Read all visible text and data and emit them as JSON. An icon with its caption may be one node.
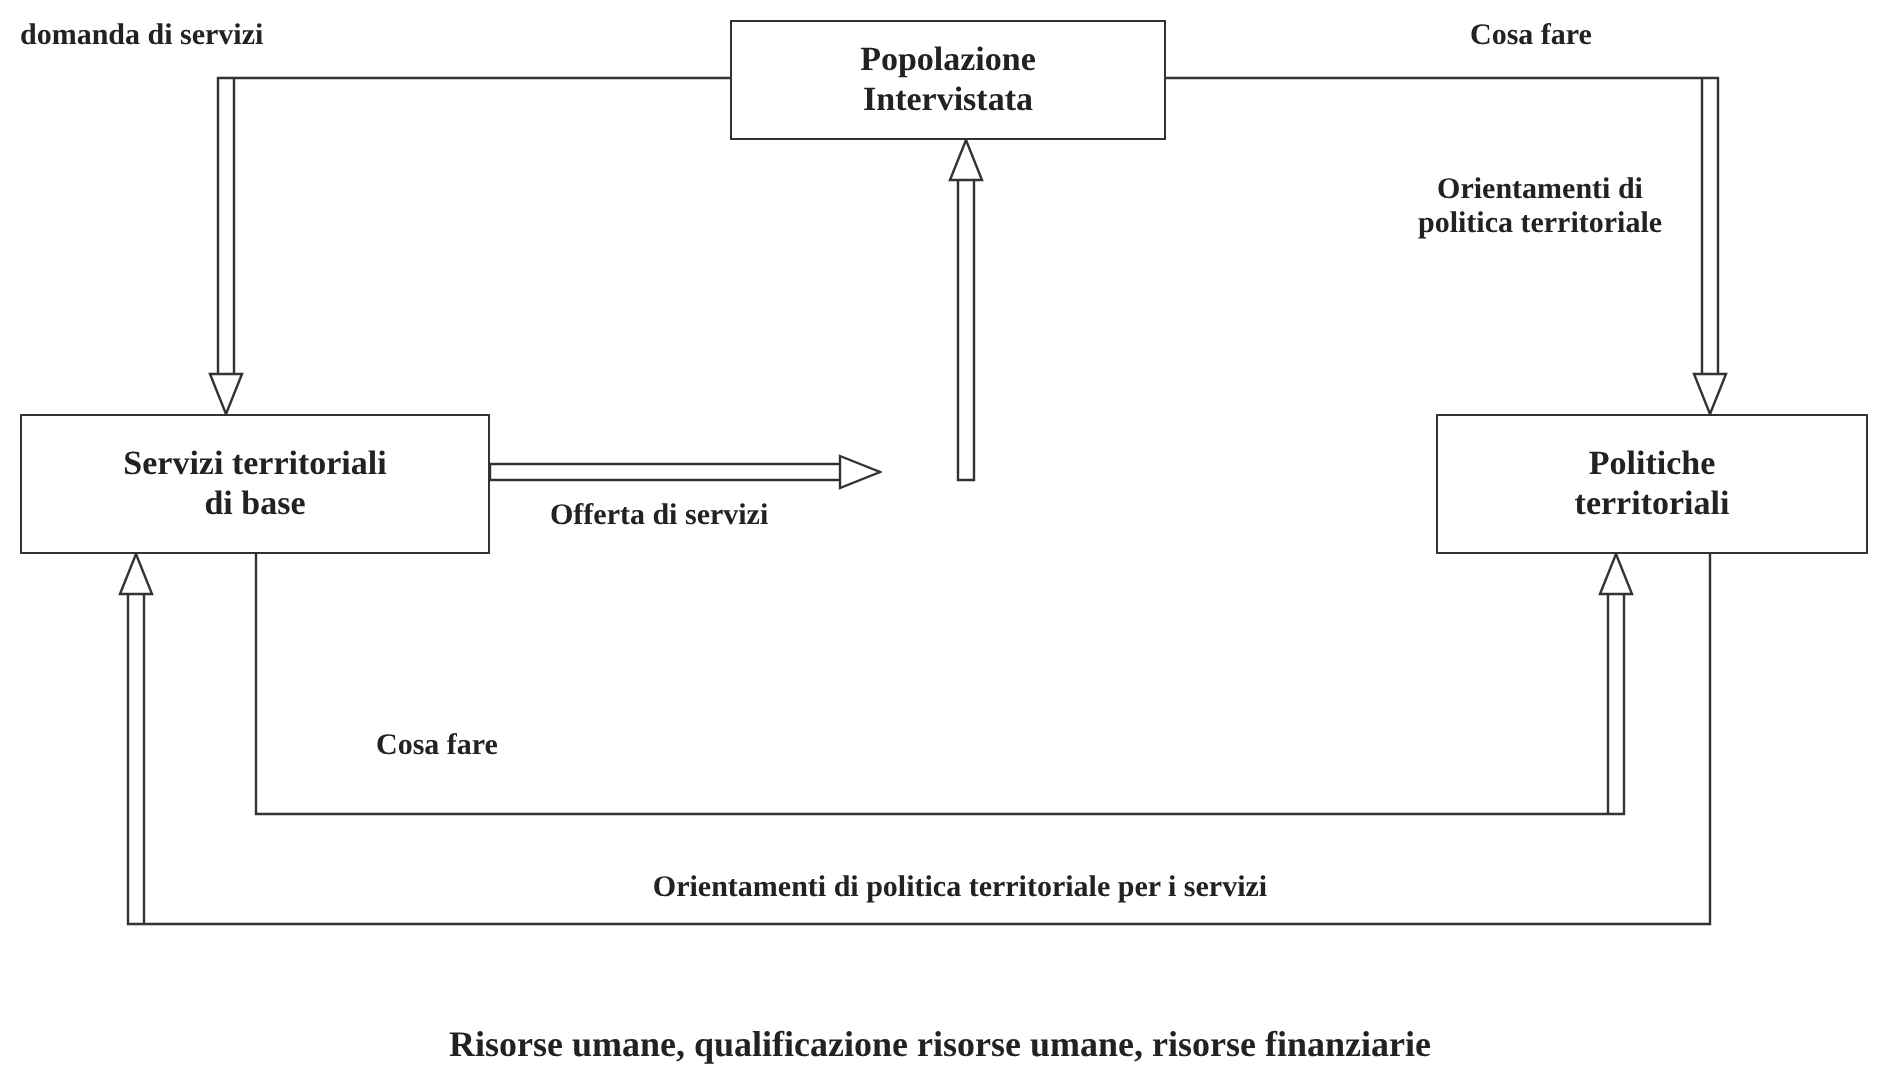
{
  "diagram": {
    "nodes": [
      {
        "text": [
          "Popolazione Intervistata"
        ]
      },
      {
        "text": [
          "Servizi territoriali di base"
        ]
      },
      {
        "text": [
          "Politiche territoriali"
        ]
      }
    ],
    "edges": [
      {
        "from": 0,
        "to": 1,
        "arrow": "to",
        "label": "domanda di servizi"
      },
      {
        "from": 0,
        "to": 2,
        "arrow": "to",
        "label": "Cosa fare"
      },
      {
        "from": 1,
        "to": null,
        "arrow": "to",
        "label": "Offerta di servizi"
      },
      {
        "from": null,
        "to": 0,
        "arrow": "to"
      },
      {
        "from": 1,
        "to": 2,
        "arrow": "to",
        "label": "Cosa fare"
      },
      {
        "from": 2,
        "to": 1,
        "arrow": "to",
        "label": "Risorse umane, qualificazione risorse umane, risorse finanziarie"
      }
    ],
    "labels": [
      "Orientamenti di politica territoriale",
      "Orientamenti di politica territoriale per i servizi"
    ]
  }
}
